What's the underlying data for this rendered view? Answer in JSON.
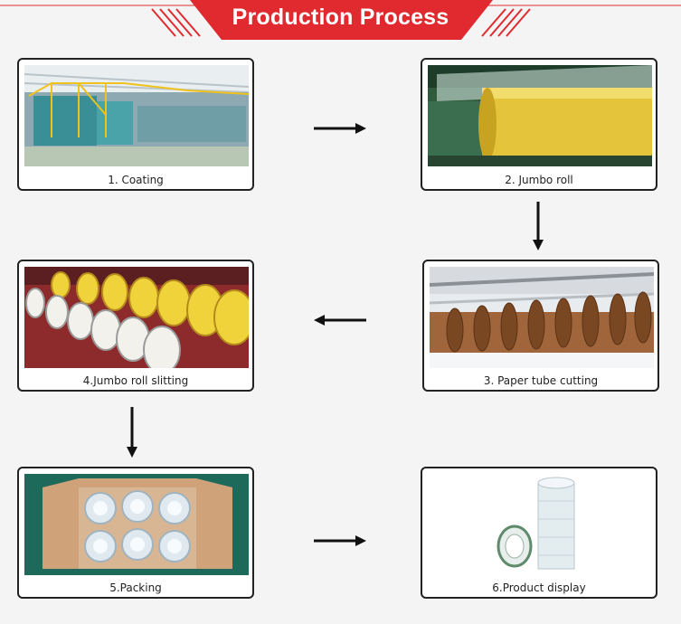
{
  "header": {
    "title": "Production Process",
    "accent_color": "#e02a2f"
  },
  "steps": [
    {
      "label": "1. Coating",
      "photo": "coating-line-photo"
    },
    {
      "label": "2. Jumbo roll",
      "photo": "jumbo-roll-photo"
    },
    {
      "label": "3. Paper tube cutting",
      "photo": "paper-tube-photo"
    },
    {
      "label": "4.Jumbo roll slitting",
      "photo": "slitting-photo"
    },
    {
      "label": "5.Packing",
      "photo": "packing-photo"
    },
    {
      "label": "6.Product display",
      "photo": "product-display-photo"
    }
  ]
}
